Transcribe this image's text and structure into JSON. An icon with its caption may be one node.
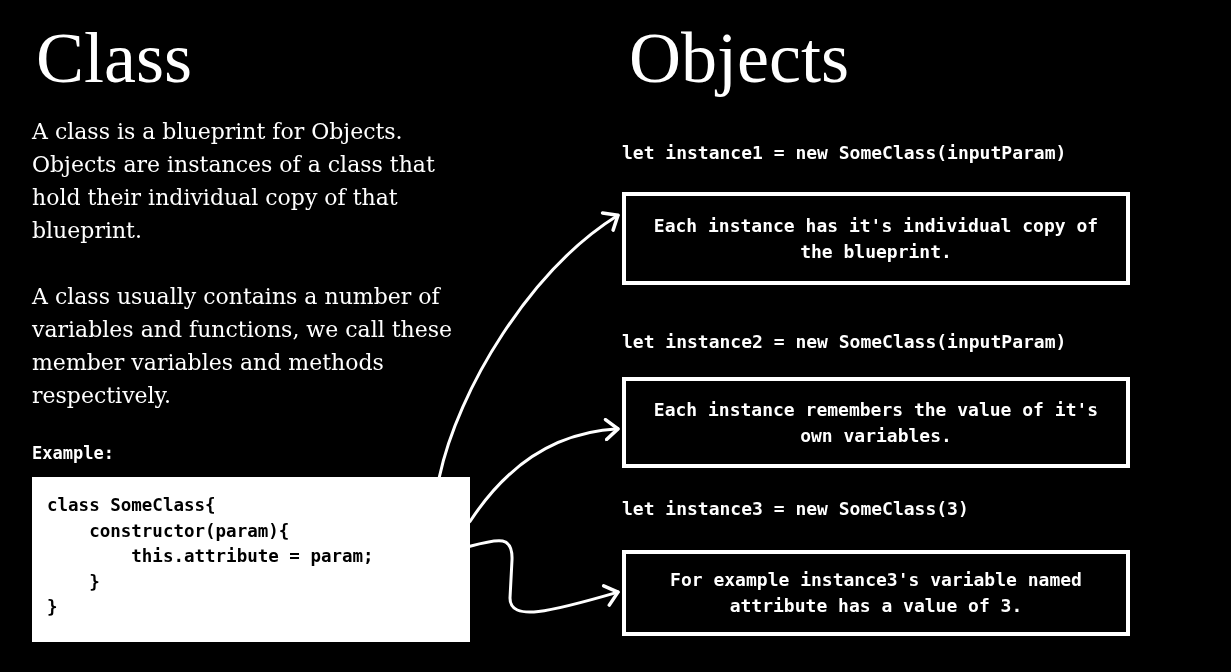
{
  "diagram": {
    "nodes": [
      {
        "text": [
          "class SomeClass{",
          "constructor(param){",
          "this.attribute = param;",
          "}",
          "}"
        ],
        "beside": [
          "Example:"
        ]
      },
      {
        "text": [
          "Each instance has it's individual copy of the blueprint."
        ]
      },
      {
        "text": [
          "Each instance remembers the value of it's own variables."
        ]
      },
      {
        "text": [
          "For example instance3's variable named attribute has a value of 3."
        ]
      }
    ],
    "edges": [
      {
        "from": 0,
        "to": 1,
        "arrow": "to"
      },
      {
        "from": 0,
        "to": 2,
        "arrow": "to"
      },
      {
        "from": 0,
        "to": 3,
        "arrow": "to"
      }
    ],
    "labels": [
      "Class",
      "A class is a blueprint for Objects. Objects are instances of a class that hold their individual copy of that blueprint.",
      "A class usually contains a number of variables and functions, we call these member variables and methods respectively.",
      "Objects",
      "let instance1 = new SomeClass(inputParam)",
      "let instance2 = new SomeClass(inputParam)",
      "let instance3 = new SomeClass(3)"
    ]
  }
}
